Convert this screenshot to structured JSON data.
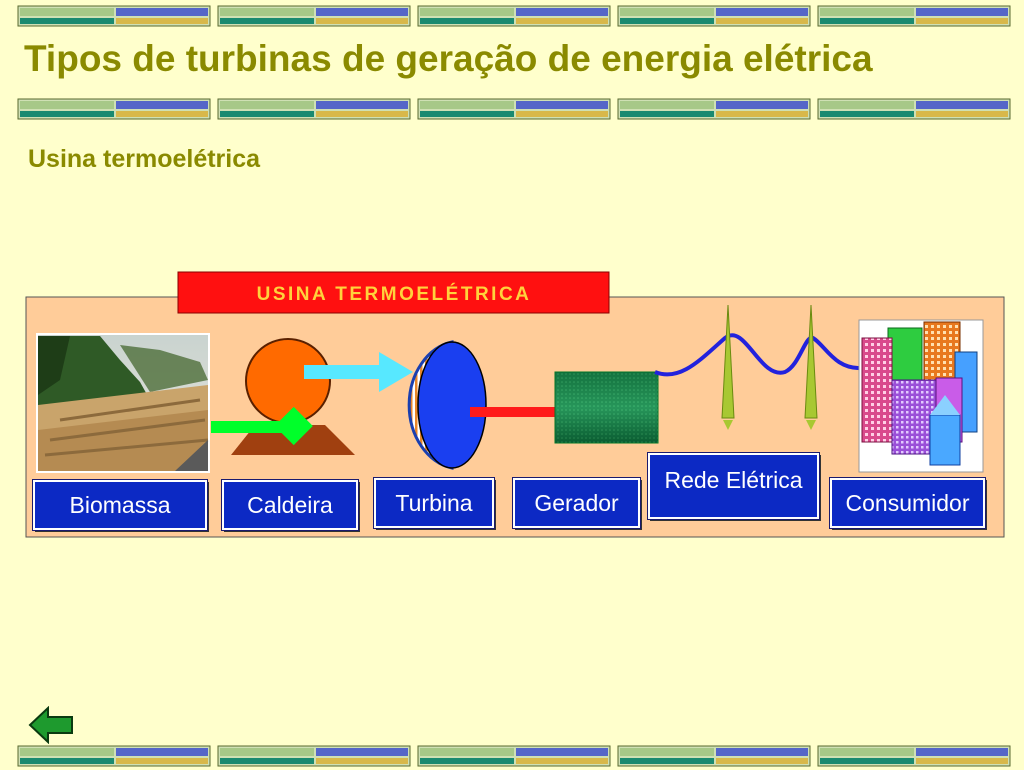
{
  "page": {
    "title": "Tipos de turbinas de geração de energia elétrica",
    "subtitle": "Usina termoelétrica"
  },
  "diagram": {
    "banner": "USINA TERMOELÉTRICA",
    "labels": {
      "biomassa": "Biomassa",
      "caldeira": "Caldeira",
      "turbina": "Turbina",
      "gerador": "Gerador",
      "rede": "Rede Elétrica",
      "consumidor": "Consumidor"
    }
  },
  "nav": {
    "back_icon": "left-arrow-icon"
  },
  "colors": {
    "background": "#ffffcc",
    "title": "#8a8a00",
    "panel": "#ffcc99",
    "banner": "#ff0000",
    "label_box": "#0c29c4"
  }
}
